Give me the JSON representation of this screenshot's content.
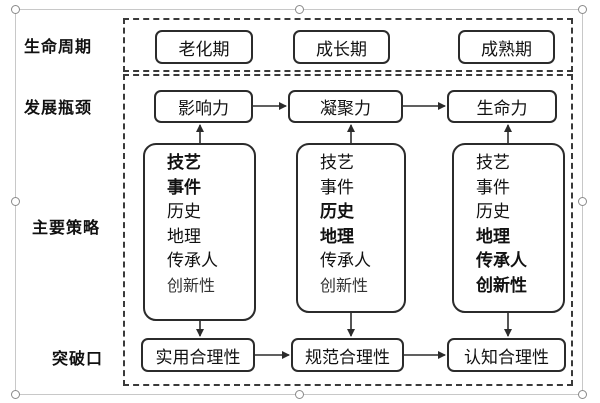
{
  "rows": {
    "lifecycle": "生命周期",
    "bottleneck": "发展瓶颈",
    "strategy": "主要策略",
    "breakthrough": "突破口"
  },
  "lifecycle_stages": [
    "老化期",
    "成长期",
    "成熟期"
  ],
  "bottlenecks": [
    "影响力",
    "凝聚力",
    "生命力"
  ],
  "strategies": [
    {
      "items": [
        {
          "text": "技艺",
          "emphasis": "bold"
        },
        {
          "text": "事件",
          "emphasis": "bold"
        },
        {
          "text": "历史",
          "emphasis": "normal"
        },
        {
          "text": "地理",
          "emphasis": "normal"
        },
        {
          "text": "传承人",
          "emphasis": "normal"
        },
        {
          "text": "创新性",
          "emphasis": "light"
        }
      ]
    },
    {
      "items": [
        {
          "text": "技艺",
          "emphasis": "normal"
        },
        {
          "text": "事件",
          "emphasis": "normal"
        },
        {
          "text": "历史",
          "emphasis": "bold"
        },
        {
          "text": "地理",
          "emphasis": "bold"
        },
        {
          "text": "传承人",
          "emphasis": "normal"
        },
        {
          "text": "创新性",
          "emphasis": "light"
        }
      ]
    },
    {
      "items": [
        {
          "text": "技艺",
          "emphasis": "normal"
        },
        {
          "text": "事件",
          "emphasis": "normal"
        },
        {
          "text": "历史",
          "emphasis": "normal"
        },
        {
          "text": "地理",
          "emphasis": "bold"
        },
        {
          "text": "传承人",
          "emphasis": "bold"
        },
        {
          "text": "创新性",
          "emphasis": "bold"
        }
      ]
    }
  ],
  "breakthroughs": [
    "实用合理性",
    "规范合理性",
    "认知合理性"
  ],
  "colors": {
    "line": "#2b2b2b",
    "dash": "#3a3a3a",
    "handle_border": "#8a8a8a"
  }
}
